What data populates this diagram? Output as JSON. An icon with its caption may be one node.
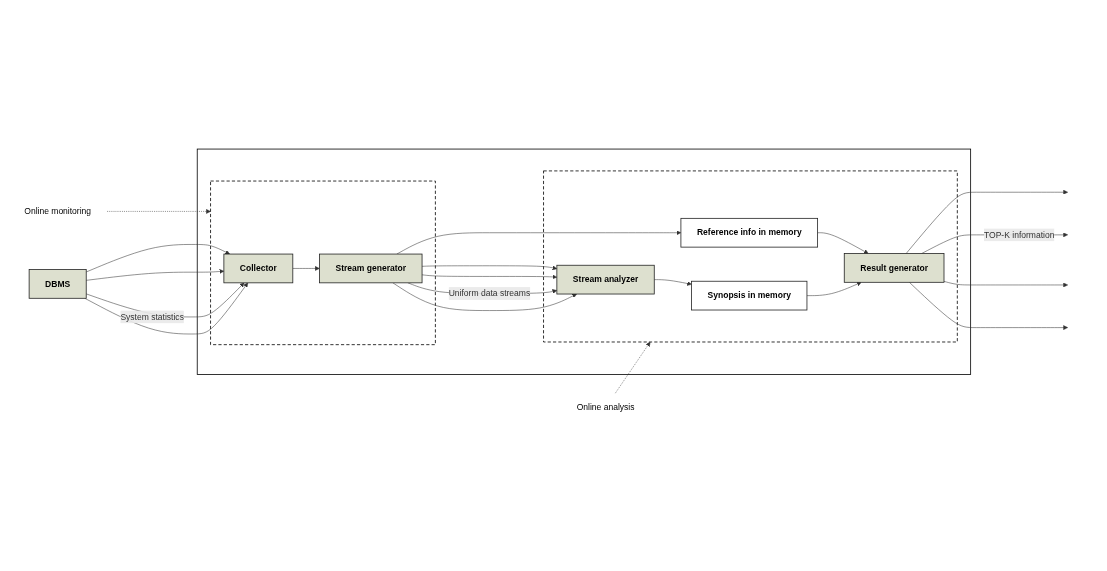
{
  "diagram": {
    "nodes": [
      {
        "text": [
          "Online monitoring"
        ]
      },
      {
        "text": [
          "Online analysis"
        ]
      },
      {
        "text": [
          "DBMS"
        ]
      },
      {
        "text": [],
        "shape": "box"
      },
      {
        "text": [],
        "shape": "box",
        "in": 3
      },
      {
        "text": [
          "Collector"
        ],
        "in": 4
      },
      {
        "text": [
          "Stream generator"
        ],
        "in": 4
      },
      {
        "text": [],
        "shape": "box",
        "in": 3
      },
      {
        "text": [
          "Synopsis in memory"
        ],
        "in": 7
      },
      {
        "text": [
          "Stream analyzer"
        ],
        "in": 7
      },
      {
        "text": [
          "Reference info in memory"
        ],
        "in": 7
      },
      {
        "text": [
          "Result generator"
        ],
        "in": 7
      }
    ],
    "edges": [
      {
        "from": 0,
        "to": 4,
        "arrow": "to",
        "style": "dashed"
      },
      {
        "from": 1,
        "to": 7,
        "arrow": "to",
        "style": "dashed"
      },
      {
        "from": 2,
        "to": 5,
        "arrow": "to"
      },
      {
        "from": 2,
        "to": 5,
        "arrow": "to",
        "label": "System statistics"
      },
      {
        "from": 2,
        "to": 5,
        "arrow": "to"
      },
      {
        "from": 2,
        "to": 5,
        "arrow": "to"
      },
      {
        "from": 5,
        "to": 6,
        "arrow": "to"
      },
      {
        "from": 6,
        "to": 9,
        "arrow": "to"
      },
      {
        "from": 6,
        "to": 9,
        "arrow": "to",
        "label": "Uniform data streams"
      },
      {
        "from": 6,
        "to": 9,
        "arrow": "to"
      },
      {
        "from": 6,
        "to": 9,
        "arrow": "to"
      },
      {
        "from": 9,
        "to": 8,
        "arrow": "to"
      },
      {
        "from": 6,
        "to": 10,
        "arrow": "to"
      },
      {
        "from": 8,
        "to": 11,
        "arrow": "to"
      },
      {
        "from": 10,
        "to": 11,
        "arrow": "to"
      },
      {
        "from": 11,
        "to": null,
        "arrow": "to"
      },
      {
        "from": 11,
        "to": null,
        "arrow": "to"
      },
      {
        "from": 11,
        "to": null,
        "arrow": "to",
        "label": "TOP-K information"
      },
      {
        "from": 11,
        "to": null,
        "arrow": "to"
      }
    ]
  }
}
